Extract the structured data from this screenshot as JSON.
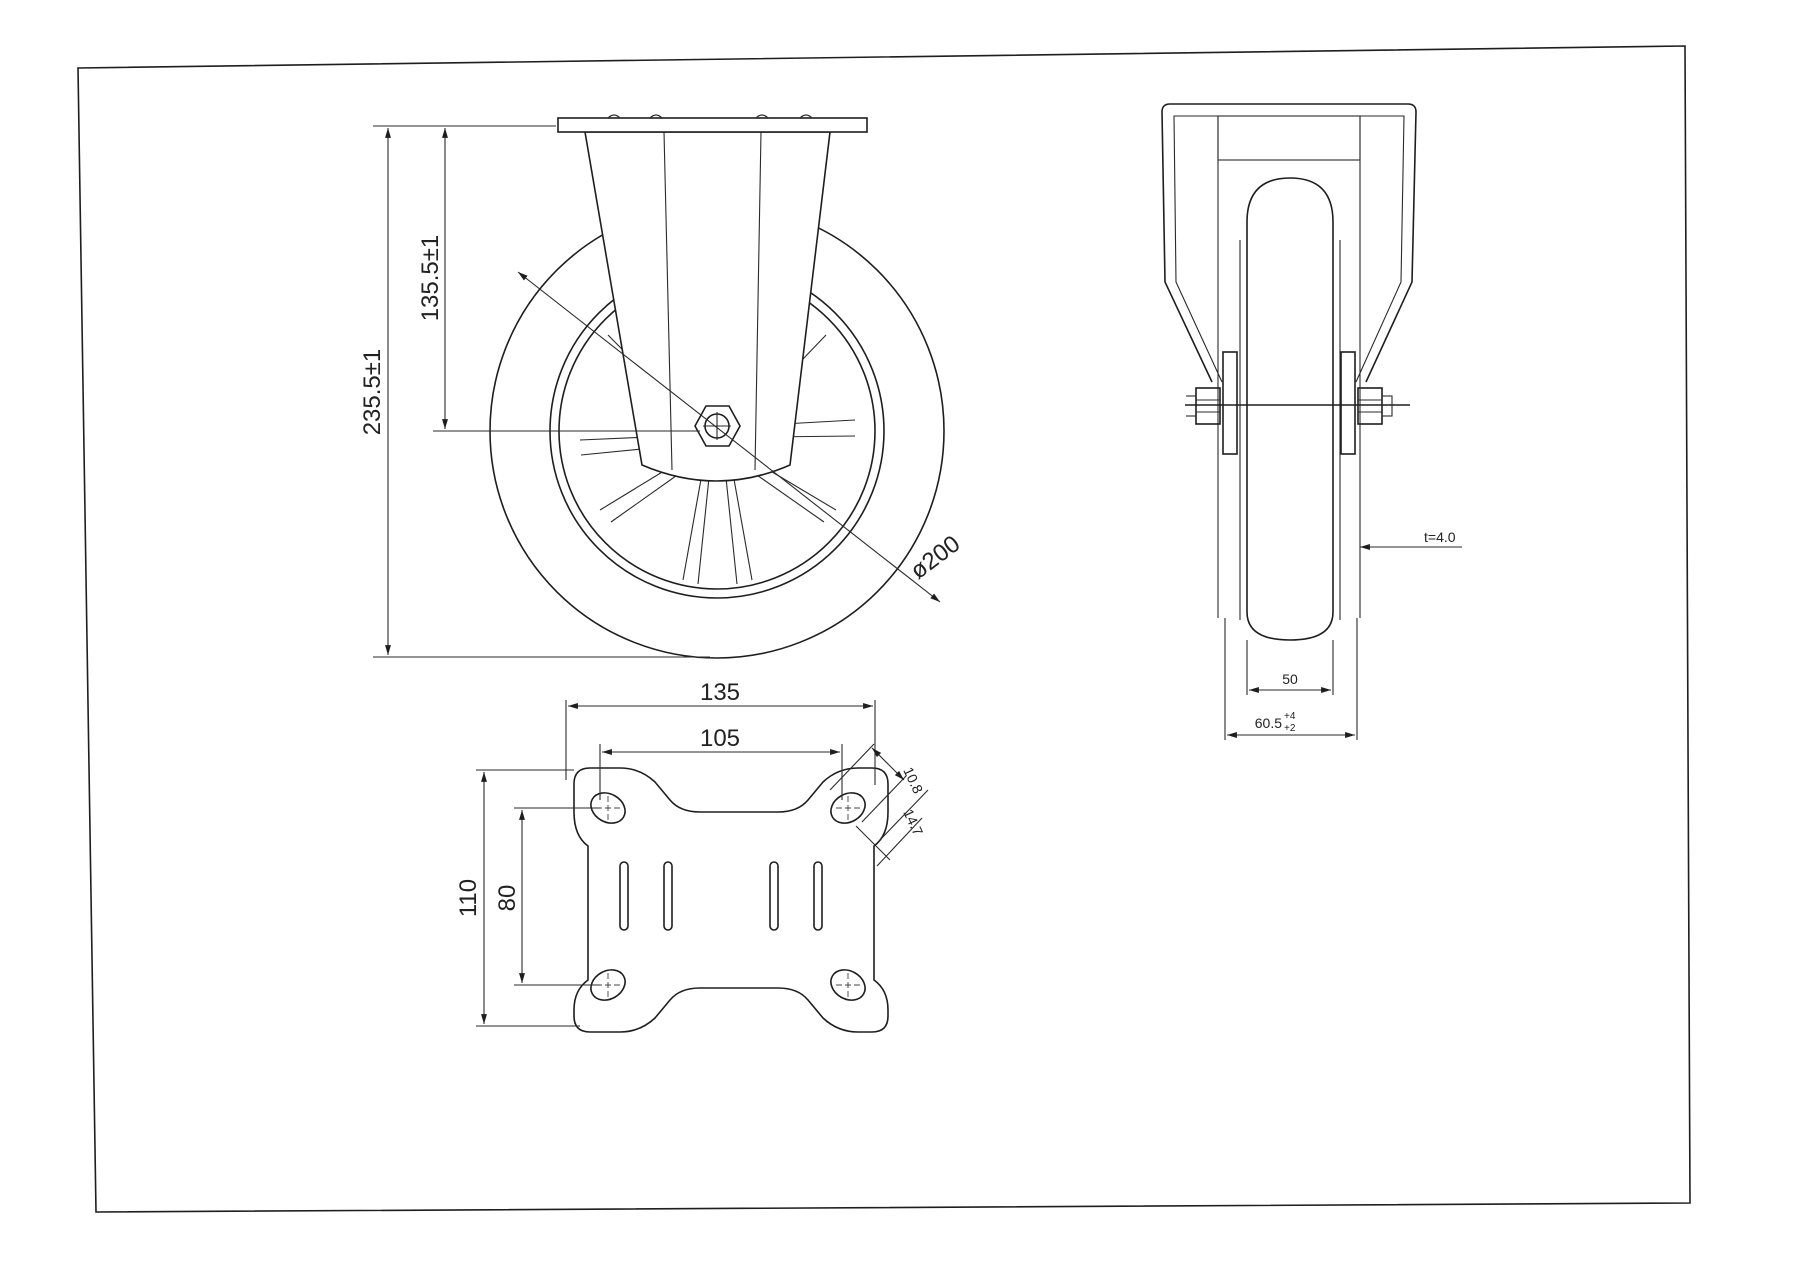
{
  "drawing": {
    "stroke_color": "#1e1e1e",
    "paper_color": "#ffffff"
  },
  "side_view": {
    "total_height_label": "235.5±1",
    "axle_height_label": "135.5±1",
    "wheel_diameter_label": "ø200"
  },
  "front_view": {
    "thickness_label": "t=4.0",
    "wheel_width_label": "50",
    "bracket_width_label": "60.5",
    "bracket_tol_upper": "+4",
    "bracket_tol_lower": "+2"
  },
  "top_plate": {
    "width_label": "135",
    "hole_spacing_x_label": "105",
    "height_label": "110",
    "hole_spacing_y_label": "80",
    "slot_width_label": "10.8",
    "slot_length_label": "14.7"
  }
}
